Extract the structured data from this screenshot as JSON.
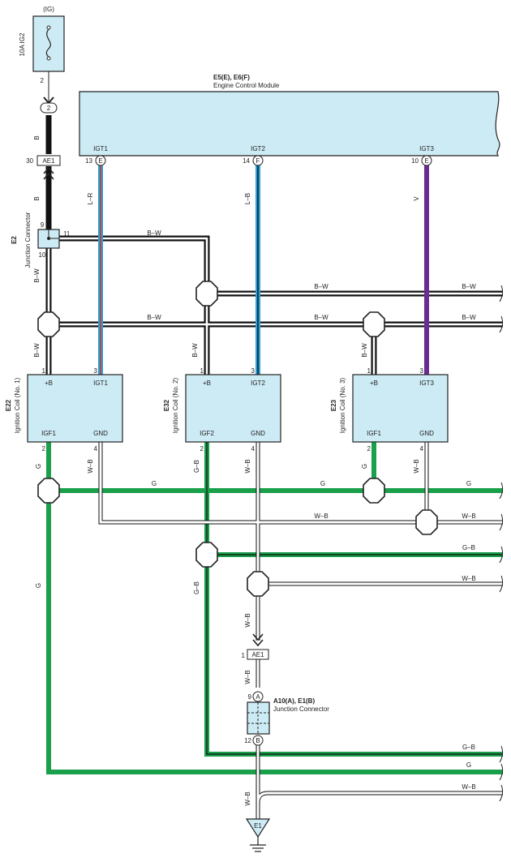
{
  "fuse": {
    "circuit": "(IG)",
    "name": "10A IG2",
    "pin": "2"
  },
  "ecm": {
    "code": "E5(E), E6(F)",
    "name": "Engine Control Module",
    "igt1": "IGT1",
    "igt2": "IGT2",
    "igt3": "IGT3",
    "pin1": "13",
    "conn1": "E",
    "pin2": "14",
    "conn2": "F",
    "pin3": "10",
    "conn3": "E"
  },
  "top_connector": {
    "pin": "2"
  },
  "ae1_top": {
    "label": "AE1",
    "pin": "30"
  },
  "junction_e2": {
    "code": "E2",
    "name": "Junction Connector",
    "pin_top": "9",
    "pin_bottom": "10",
    "pin_right": "11"
  },
  "coils": [
    {
      "code": "E22",
      "name": "Ignition Coil (No. 1)",
      "plus": "+B",
      "igt": "IGT1",
      "igf": "IGF1",
      "gnd": "GND",
      "pin_plus": "1",
      "pin_igt": "3",
      "pin_igf": "2",
      "pin_gnd": "4"
    },
    {
      "code": "E32",
      "name": "Ignition Coil (No. 2)",
      "plus": "+B",
      "igt": "IGT2",
      "igf": "IGF2",
      "gnd": "GND",
      "pin_plus": "1",
      "pin_igt": "3",
      "pin_igf": "2",
      "pin_gnd": "4"
    },
    {
      "code": "E23",
      "name": "Ignition Coil (No. 3)",
      "plus": "+B",
      "igt": "IGT3",
      "igf": "IGF1",
      "gnd": "GND",
      "pin_plus": "1",
      "pin_igt": "3",
      "pin_igf": "2",
      "pin_gnd": "4"
    }
  ],
  "ae1_bottom": {
    "label": "AE1",
    "pin": "1"
  },
  "junction_a10": {
    "code": "A10(A), E1(B)",
    "name": "Junction Connector",
    "pin_top": "9",
    "conn_top": "A",
    "pin_bottom": "12",
    "conn_bottom": "B"
  },
  "ground": {
    "label": "E1"
  },
  "wire_colors": {
    "B": "B",
    "BW": "B–W",
    "LR": "L–R",
    "LB": "L–B",
    "V": "V",
    "G": "G",
    "GB": "G–B",
    "WB": "W–B"
  },
  "colors": {
    "green": "#1a9f4a",
    "violet": "#6a2c93",
    "blue": "#2aa0d8",
    "red": "#d8322a",
    "box": "#cdebf4"
  }
}
